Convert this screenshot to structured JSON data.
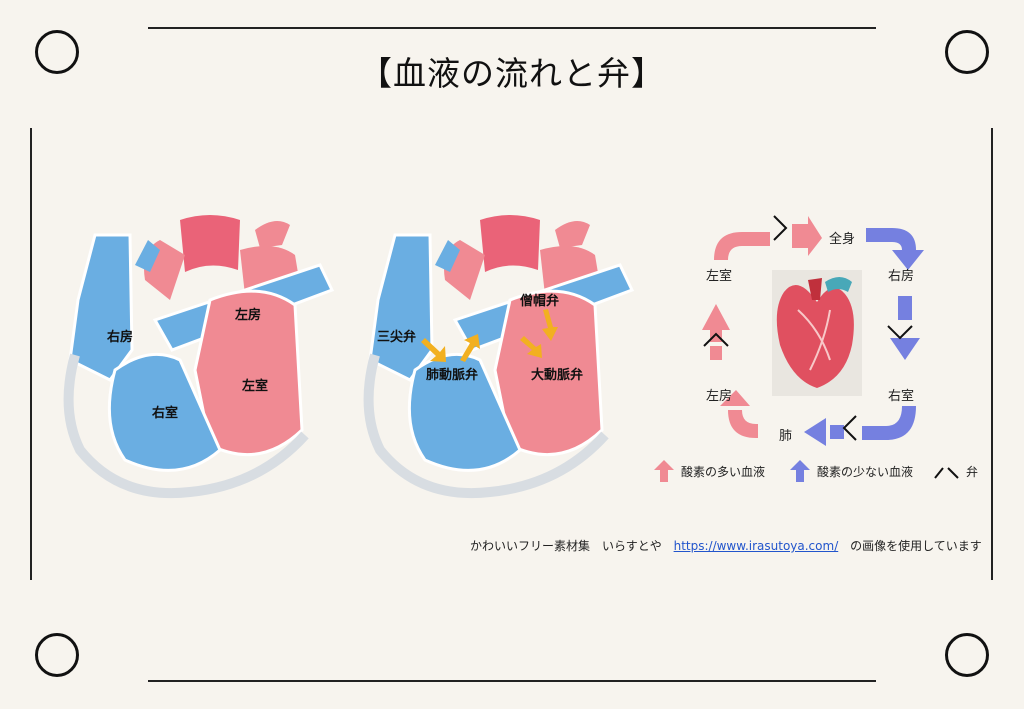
{
  "title": "【血液の流れと弁】",
  "heart1": {
    "labels": [
      "右房",
      "左房",
      "右室",
      "左室"
    ]
  },
  "heart2": {
    "labels": [
      "僧帽弁",
      "三尖弁",
      "肺動脈弁",
      "大動脈弁"
    ]
  },
  "flow": {
    "nodes": [
      "全身",
      "右房",
      "右室",
      "肺",
      "左房",
      "左室"
    ]
  },
  "legend": {
    "oxygen_rich": "酸素の多い血液",
    "oxygen_poor": "酸素の少ない血液",
    "valve": "弁"
  },
  "credit": {
    "prefix": "かわいいフリー素材集　いらすとや",
    "url": "https://www.irasutoya.com/",
    "suffix": "の画像を使用しています"
  },
  "colors": {
    "pink": "#f08a93",
    "red": "#e8536a",
    "blue": "#6aaee2",
    "purple": "#7580e0",
    "arrow_yellow": "#f2b020",
    "background": "#f7f4ee"
  },
  "icons": [
    "heart-illustration",
    "valve-icon",
    "arrow-icon"
  ]
}
